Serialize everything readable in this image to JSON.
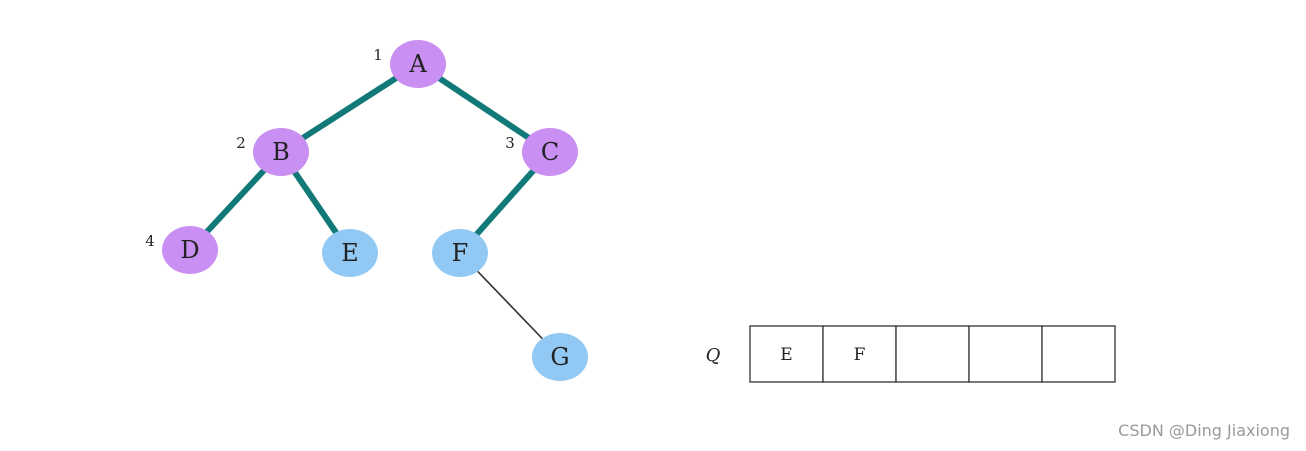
{
  "colors": {
    "visited": "#c98ff2",
    "queued": "#92c9f4",
    "tree_edge": "#117a78",
    "plain_edge": "#333333",
    "queue_border": "#333333"
  },
  "tree": {
    "nodes": [
      {
        "id": "A",
        "label": "A",
        "order": "1",
        "state": "visited"
      },
      {
        "id": "B",
        "label": "B",
        "order": "2",
        "state": "visited"
      },
      {
        "id": "C",
        "label": "C",
        "order": "3",
        "state": "visited"
      },
      {
        "id": "D",
        "label": "D",
        "order": "4",
        "state": "visited"
      },
      {
        "id": "E",
        "label": "E",
        "order": "",
        "state": "queued"
      },
      {
        "id": "F",
        "label": "F",
        "order": "",
        "state": "queued"
      },
      {
        "id": "G",
        "label": "G",
        "order": "",
        "state": "queued"
      }
    ],
    "edges": [
      {
        "from": "A",
        "to": "B",
        "kind": "tree"
      },
      {
        "from": "A",
        "to": "C",
        "kind": "tree"
      },
      {
        "from": "B",
        "to": "D",
        "kind": "tree"
      },
      {
        "from": "B",
        "to": "E",
        "kind": "tree"
      },
      {
        "from": "C",
        "to": "F",
        "kind": "tree"
      },
      {
        "from": "F",
        "to": "G",
        "kind": "plain"
      }
    ]
  },
  "queue": {
    "label": "Q",
    "cells": [
      "E",
      "F",
      "",
      "",
      ""
    ]
  },
  "watermark": "CSDN @Ding Jiaxiong"
}
